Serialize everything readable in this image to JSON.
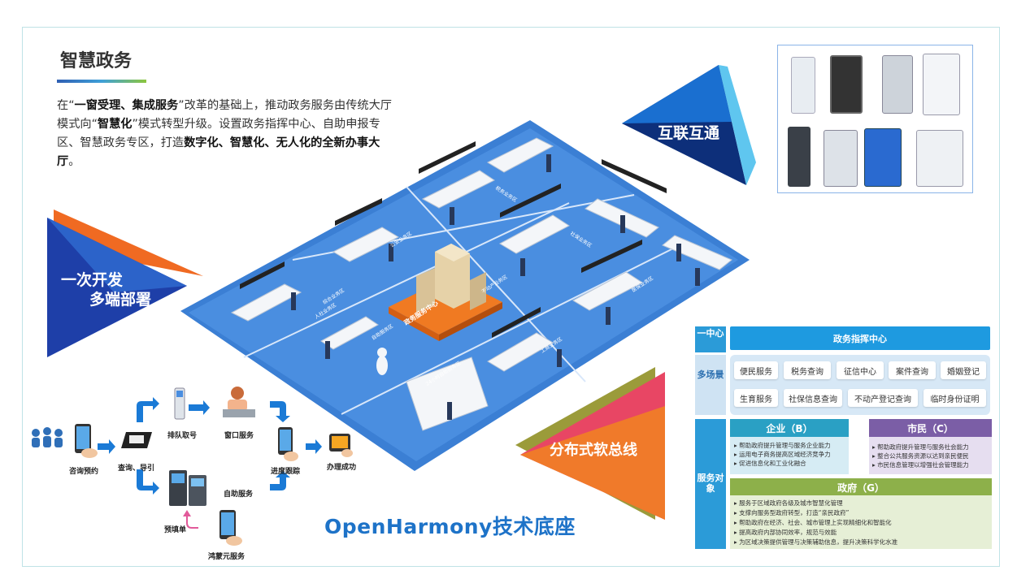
{
  "header": {
    "title": "智慧政务",
    "desc_1": "在“",
    "desc_b1": "一窗受理、集成服务",
    "desc_2": "”改革的基础上，推动政务服务由传统大厅模式向“",
    "desc_b2": "智慧化",
    "desc_3": "”模式转型升级。设置政务指挥中心、自助申报专区、智慧政务专区，打造",
    "desc_b3": "数字化、智慧化、无人化的全新办事大厅",
    "desc_4": "。"
  },
  "banners": {
    "interconnect": "互联互通",
    "deploy_line1": "一次开发",
    "deploy_line2": "多端部署",
    "softbus": "分布式软总线"
  },
  "hall": {
    "center_label": "政务服务中心",
    "zones": [
      "综合业务区",
      "人社业务区",
      "公安业务区",
      "税务业务区",
      "不动产业务区",
      "社保业务区",
      "医保业务区",
      "自助服务区",
      "工商业务区",
      "24小时自助服务区"
    ]
  },
  "flow": {
    "steps": {
      "consult": "咨询预约",
      "query": "查询、导引",
      "queue": "排队取号",
      "window": "窗口服务",
      "self": "自助服务",
      "progress": "进度跟踪",
      "done": "办理成功",
      "prefill": "预填单",
      "harmony": "鸿蒙元服务"
    }
  },
  "footer": {
    "base": "OpenHarmony技术底座"
  },
  "panel": {
    "center_side": "一中心",
    "center_title": "政务指挥中心",
    "scenes_side": "多场景",
    "scenes_row1": [
      "便民服务",
      "税务查询",
      "征信中心",
      "案件查询",
      "婚姻登记"
    ],
    "scenes_row2": [
      "生育服务",
      "社保信息查询",
      "不动产登记查询",
      "临时身份证明"
    ],
    "objects_side": "服务对象",
    "enterprise": {
      "title": "企业（B）",
      "items": [
        "帮助政府提升管理与服务企业能力",
        "运用电子商务提高区域经济竞争力",
        "促进信息化和工业化融合"
      ]
    },
    "citizen": {
      "title": "市民（C）",
      "items": [
        "帮助政府提升管理与服务社会能力",
        "整合公共服务资源以达到亲民便民",
        "市民信息管理以增强社会管理能力"
      ]
    },
    "government": {
      "title": "政府（G）",
      "items": [
        "服务于区域政府各级及城市智慧化管理",
        "支撑向服务型政府转型，打造“亲民政府”",
        "帮助政府在经济、社会、城市管理上实现精细化和智能化",
        "提高政府内部协同效率，规范与效能",
        "为区域决策提供管理与决策辅助信息，提升决策科学化水准"
      ]
    }
  },
  "colors": {
    "primary_blue": "#1e73c8",
    "panel_blue": "#2b9bd8",
    "enterprise_teal": "#2aa0c4",
    "citizen_purple": "#7b5ea6",
    "government_green": "#8db04a",
    "floor_blue": "#3b7fd4"
  }
}
